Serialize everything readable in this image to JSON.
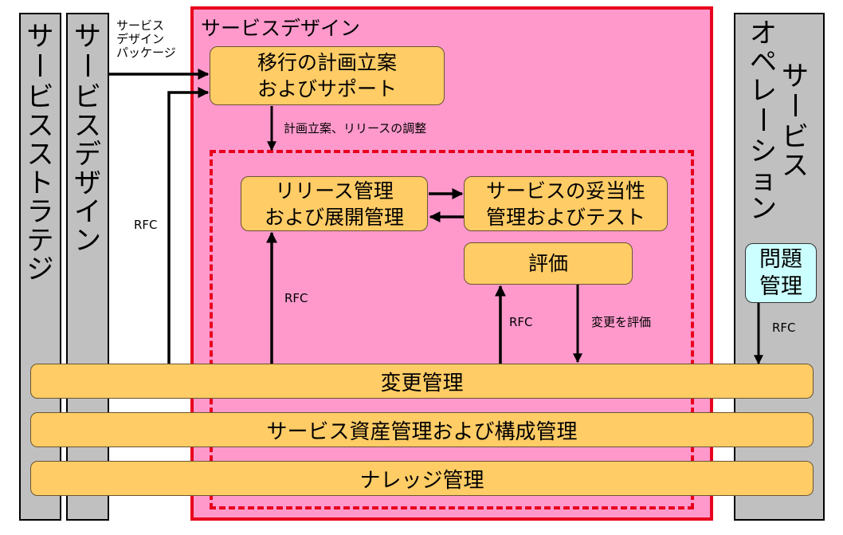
{
  "columns": {
    "strategy": [
      "サ",
      "ー",
      "ビ",
      "ス",
      "ス",
      "ト",
      "ラ",
      "テ",
      "ジ"
    ],
    "design": [
      "サ",
      "ー",
      "ビ",
      "ス",
      "デ",
      "ザ",
      "イ",
      "ン"
    ],
    "operation_line1": [
      "サ",
      "ー",
      "ビ",
      "ス"
    ],
    "operation_line2": [
      "オ",
      "ペ",
      "レ",
      "ー",
      "シ",
      "ョ",
      "ン"
    ]
  },
  "main": {
    "title": "サービスデザイン"
  },
  "boxes": {
    "transition_planning": [
      "移行の計画立案",
      "およびサポート"
    ],
    "release_management": [
      "リリース管理",
      "および展開管理"
    ],
    "validation_testing": [
      "サービスの妥当性",
      "管理およびテスト"
    ],
    "evaluation": "評価",
    "problem_management": [
      "問題",
      "管理"
    ]
  },
  "bars": {
    "change_management": "変更管理",
    "asset_config_management": "サービス資産管理および構成管理",
    "knowledge_management": "ナレッジ管理"
  },
  "labels": {
    "service_design_package": [
      "サービス",
      "デザイン",
      "パッケージ"
    ],
    "plan_release_coordination": "計画立案、リリースの調整",
    "rfc_left": "RFC",
    "rfc_release": "RFC",
    "rfc_eval": "RFC",
    "evaluate_change": "変更を評価",
    "rfc_problem": "RFC"
  }
}
